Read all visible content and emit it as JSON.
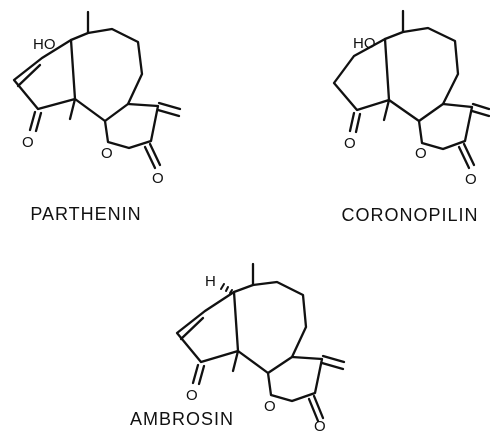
{
  "figure": {
    "compounds": [
      {
        "id": "parthenin",
        "name": "PARTHENIN",
        "atom_labels": [
          "HO",
          "O",
          "O",
          "O"
        ]
      },
      {
        "id": "coronopilin",
        "name": "CORONOPILIN",
        "atom_labels": [
          "HO",
          "O",
          "O",
          "O"
        ]
      },
      {
        "id": "ambrosin",
        "name": "AMBROSIN",
        "atom_labels": [
          "H",
          "O",
          "O",
          "O"
        ]
      }
    ]
  }
}
